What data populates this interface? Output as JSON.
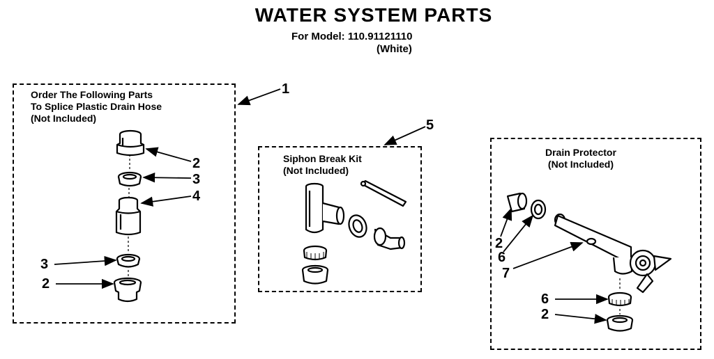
{
  "header": {
    "title": "WATER SYSTEM PARTS",
    "model_line": "For Model: 110.91121110",
    "color_line": "(White)"
  },
  "panels": {
    "splice": {
      "label_line1": "Order The Following Parts",
      "label_line2": "To Splice Plastic Drain Hose",
      "label_line3": "(Not Included)",
      "callout": "1",
      "parts": [
        "2",
        "3",
        "4",
        "3",
        "2"
      ]
    },
    "siphon": {
      "label_line1": "Siphon Break Kit",
      "label_line2": "(Not Included)",
      "callout": "5"
    },
    "drain": {
      "label_line1": "Drain Protector",
      "label_line2": "(Not Included)",
      "parts": [
        "2",
        "6",
        "7",
        "6",
        "2"
      ]
    }
  }
}
